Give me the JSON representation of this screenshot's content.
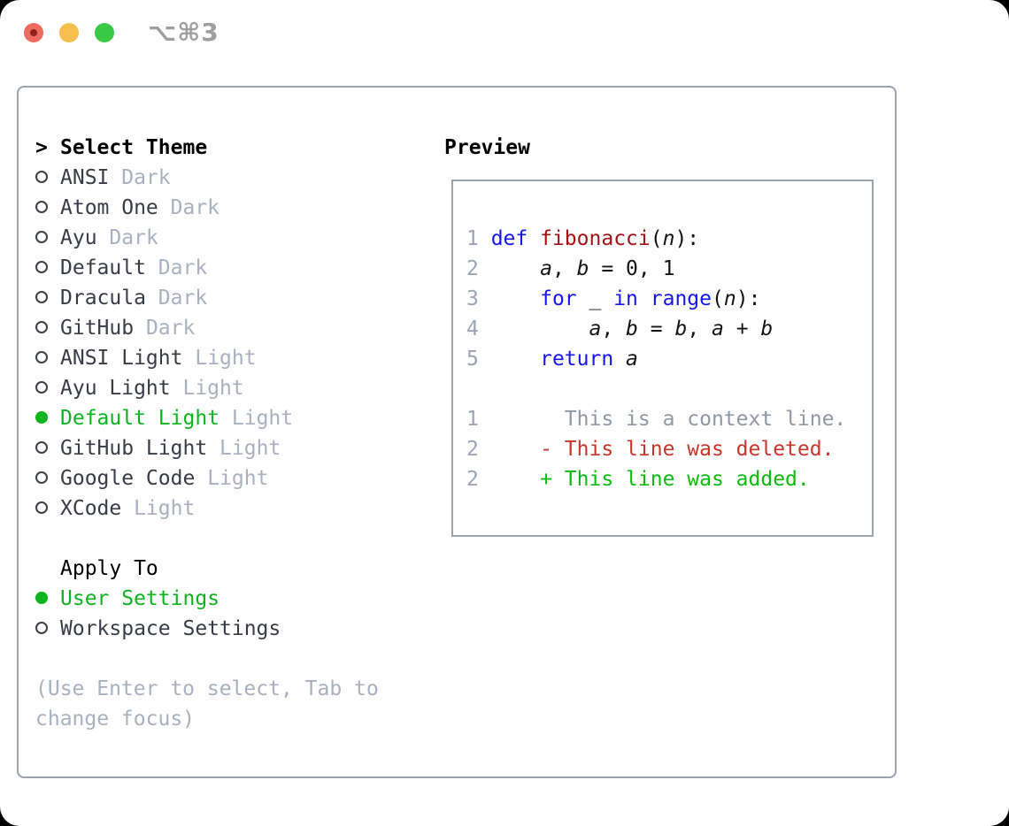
{
  "window": {
    "shortcut_label": "⌥⌘3",
    "controls": [
      "close",
      "minimize",
      "zoom"
    ]
  },
  "theme_selector": {
    "title_prefix": ">",
    "title": "Select Theme",
    "items": [
      {
        "name": "ANSI",
        "tag": "Dark",
        "selected": false
      },
      {
        "name": "Atom One",
        "tag": "Dark",
        "selected": false
      },
      {
        "name": "Ayu",
        "tag": "Dark",
        "selected": false
      },
      {
        "name": "Default",
        "tag": "Dark",
        "selected": false
      },
      {
        "name": "Dracula",
        "tag": "Dark",
        "selected": false
      },
      {
        "name": "GitHub",
        "tag": "Dark",
        "selected": false
      },
      {
        "name": "ANSI Light",
        "tag": "Light",
        "selected": false
      },
      {
        "name": "Ayu Light",
        "tag": "Light",
        "selected": false
      },
      {
        "name": "Default Light",
        "tag": "Light",
        "selected": true
      },
      {
        "name": "GitHub Light",
        "tag": "Light",
        "selected": false
      },
      {
        "name": "Google Code",
        "tag": "Light",
        "selected": false
      },
      {
        "name": "XCode",
        "tag": "Light",
        "selected": false
      }
    ],
    "apply_to": {
      "title": "Apply To",
      "options": [
        {
          "name": "User Settings",
          "selected": true
        },
        {
          "name": "Workspace Settings",
          "selected": false
        }
      ]
    },
    "help_text": "(Use Enter to select, Tab to change focus)"
  },
  "preview": {
    "title": "Preview",
    "code_lines": [
      {
        "num": "1",
        "tokens": [
          {
            "s": "kw",
            "t": "def"
          },
          {
            "s": "pl",
            "t": " "
          },
          {
            "s": "fn",
            "t": "fibonacci"
          },
          {
            "s": "pl",
            "t": "("
          },
          {
            "s": "var",
            "t": "n"
          },
          {
            "s": "pl",
            "t": "):"
          }
        ]
      },
      {
        "num": "2",
        "tokens": [
          {
            "s": "pl",
            "t": "    "
          },
          {
            "s": "var",
            "t": "a"
          },
          {
            "s": "pl",
            "t": ", "
          },
          {
            "s": "var",
            "t": "b"
          },
          {
            "s": "pl",
            "t": " = 0, 1"
          }
        ]
      },
      {
        "num": "3",
        "tokens": [
          {
            "s": "pl",
            "t": "    "
          },
          {
            "s": "kw",
            "t": "for"
          },
          {
            "s": "pl",
            "t": " _ "
          },
          {
            "s": "kw",
            "t": "in"
          },
          {
            "s": "pl",
            "t": " "
          },
          {
            "s": "kw",
            "t": "range"
          },
          {
            "s": "pl",
            "t": "("
          },
          {
            "s": "var",
            "t": "n"
          },
          {
            "s": "pl",
            "t": "):"
          }
        ]
      },
      {
        "num": "4",
        "tokens": [
          {
            "s": "pl",
            "t": "        "
          },
          {
            "s": "var",
            "t": "a"
          },
          {
            "s": "pl",
            "t": ", "
          },
          {
            "s": "var",
            "t": "b"
          },
          {
            "s": "pl",
            "t": " = "
          },
          {
            "s": "var",
            "t": "b"
          },
          {
            "s": "pl",
            "t": ", "
          },
          {
            "s": "var",
            "t": "a"
          },
          {
            "s": "pl",
            "t": " + "
          },
          {
            "s": "var",
            "t": "b"
          }
        ]
      },
      {
        "num": "5",
        "tokens": [
          {
            "s": "pl",
            "t": "    "
          },
          {
            "s": "kw",
            "t": "return"
          },
          {
            "s": "pl",
            "t": " "
          },
          {
            "s": "var",
            "t": "a"
          }
        ]
      }
    ],
    "diff_lines": [
      {
        "num": "1",
        "kind": "context",
        "text": "      This is a context line."
      },
      {
        "num": "2",
        "kind": "deleted",
        "text": "    - This line was deleted."
      },
      {
        "num": "2",
        "kind": "added",
        "text": "    + This line was added."
      }
    ]
  },
  "colors": {
    "selected_green": "#0db41e",
    "added_green": "#0dbb10",
    "deleted_red": "#c8352a",
    "keyword_blue": "#1515ef",
    "function_red": "#a31212",
    "panel_border": "#9aa3af",
    "item_text": "#373d47",
    "bullet_outline": "#3b414b",
    "tag_gray": "#a8b1c0",
    "help_gray": "#a8b1bf",
    "context_gray": "#8f98a4",
    "line_number_gray": "#9aa5b5",
    "shortcut_gray": "#9e9e9e",
    "traffic_red": "#ee6a5e",
    "traffic_red_dot": "#8c221b",
    "traffic_yellow": "#f5bf4e",
    "traffic_green": "#38c946"
  }
}
